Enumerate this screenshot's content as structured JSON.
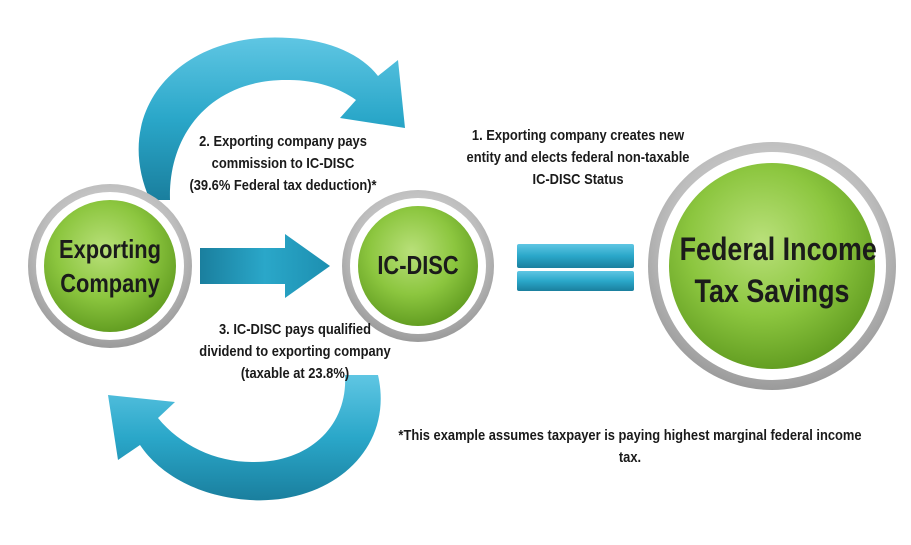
{
  "nodes": {
    "exporting_company": [
      "Exporting",
      "Company"
    ],
    "ic_disc": [
      "IC-DISC"
    ],
    "savings": [
      "Federal Income",
      "Tax Savings"
    ]
  },
  "steps": {
    "step1": [
      "1. Exporting company creates new",
      "entity and elects federal non-taxable",
      "IC-DISC Status"
    ],
    "step2": [
      "2. Exporting company pays",
      "commission to IC-DISC",
      "(39.6% Federal tax deduction)*"
    ],
    "step3": [
      "3. IC-DISC pays qualified",
      "dividend to exporting company",
      "(taxable at 23.8%)"
    ]
  },
  "footnote": "*This example assumes taxpayer is paying highest marginal federal income tax.",
  "colors": {
    "circle_green": "#8cc63f",
    "ring_gray": "#b3b3b3",
    "arrow_blue": "#2aa7c9"
  }
}
